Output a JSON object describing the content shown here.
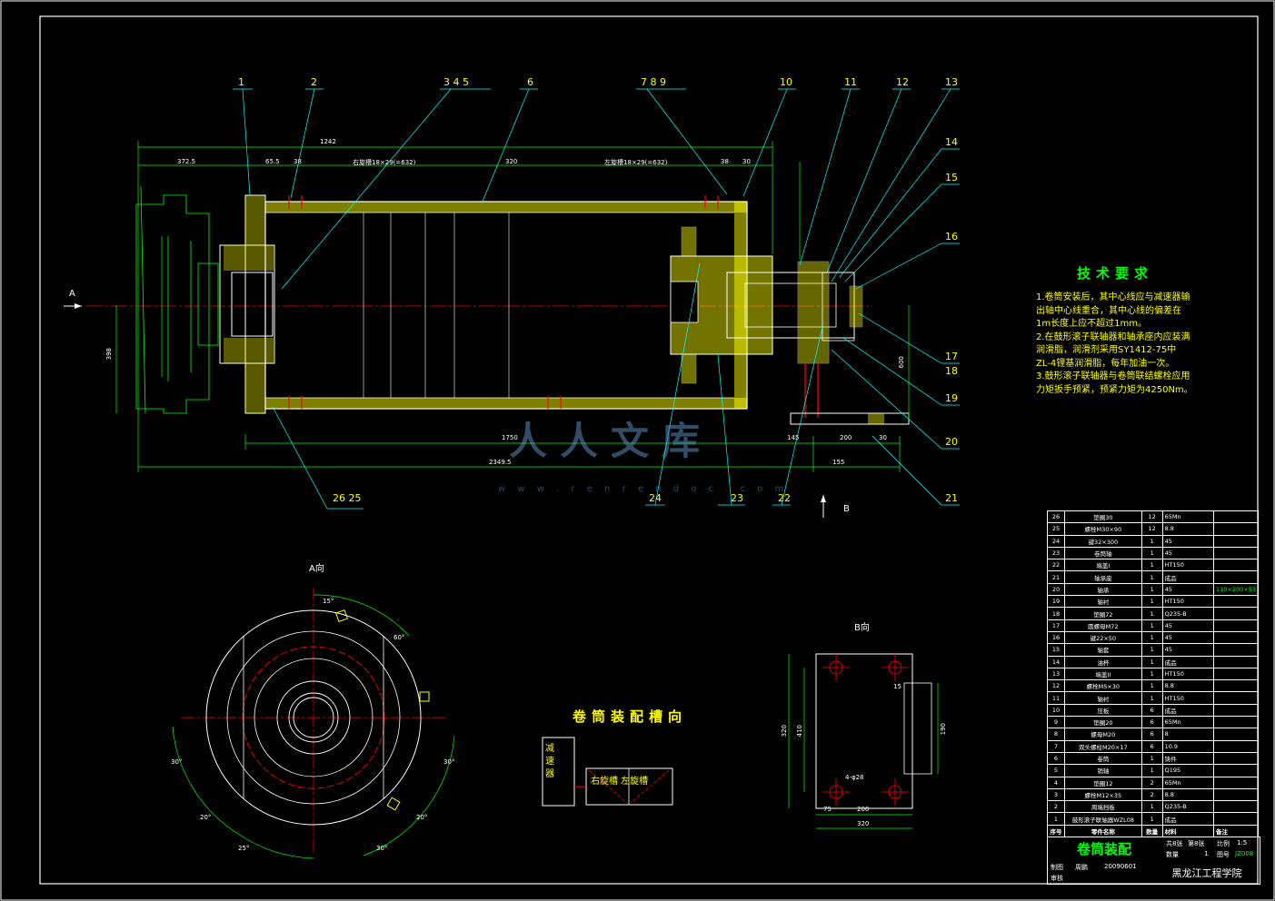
{
  "callouts": [
    "1",
    "2",
    "3  4  5",
    "6",
    "7  8  9",
    "10",
    "11",
    "12",
    "13",
    "14",
    "15",
    "16",
    "17",
    "18",
    "19",
    "20",
    "21",
    "22",
    "23",
    "24",
    "26 25"
  ],
  "view_labels": {
    "a_arrow": "A",
    "b_arrow": "B",
    "a_view": "A向",
    "b_view": "B向"
  },
  "dimensions": {
    "d1242": "1242",
    "d372": "372.5",
    "d65": "65.5",
    "d38": "38",
    "right_groove": "右旋槽18×29(=632)",
    "d320": "320",
    "left_groove": "左旋槽18×29(=632)",
    "d38b": "38",
    "d30": "30",
    "d1750": "1750",
    "d145": "145",
    "d200": "200",
    "d30b": "30",
    "d2349": "2349.5",
    "d155": "155",
    "d398": "398",
    "d600": "600",
    "b_320": "320",
    "b_410": "410",
    "b_200": "200",
    "b_320w": "320",
    "b_75": "75",
    "b_15": "15",
    "b_190": "190",
    "b_phi": "4-φ28",
    "ang15": "15°",
    "ang60": "60°",
    "ang30a": "30°",
    "ang30b": "30°",
    "ang20a": "20°",
    "ang20b": "20°",
    "ang25": "25°",
    "ang30c": "30°"
  },
  "tech_req": {
    "title": "技术要求",
    "lines": [
      "1.卷筒安装后，其中心线应与减速器输",
      "出轴中心线重合，其中心线的偏差在",
      "1m长度上应不超过1mm。",
      "2.在鼓形滚子联轴器和轴承座内应装满",
      "润滑脂，润滑剂采用SY1412-75中",
      "ZL-4锂基润滑脂，每年加油一次。",
      "3.鼓形滚子联轴器与卷筒联结螺栓应用",
      "力矩扳手预紧，预紧力矩为4250Nm。"
    ]
  },
  "groove": {
    "title": "卷筒装配槽向",
    "reducer": "减速器",
    "label": "右旋槽 左旋槽"
  },
  "bom": {
    "rows": [
      [
        "26",
        "垫圈30",
        "12",
        "65Mn",
        ""
      ],
      [
        "25",
        "螺栓M30×90",
        "12",
        "8.8",
        ""
      ],
      [
        "24",
        "键32×300",
        "1",
        "45",
        ""
      ],
      [
        "23",
        "卷筒轴",
        "1",
        "45",
        ""
      ],
      [
        "22",
        "端盖I",
        "1",
        "HT150",
        ""
      ],
      [
        "21",
        "轴承座",
        "1",
        "成品",
        ""
      ],
      [
        "20",
        "轴承",
        "1",
        "45",
        "110×200×53"
      ],
      [
        "19",
        "轴衬",
        "1",
        "HT150",
        ""
      ],
      [
        "18",
        "垫圈72",
        "1",
        "Q235-B",
        ""
      ],
      [
        "17",
        "圆螺母M72",
        "1",
        "45",
        ""
      ],
      [
        "16",
        "键22×50",
        "1",
        "45",
        ""
      ],
      [
        "15",
        "轴套",
        "1",
        "45",
        ""
      ],
      [
        "14",
        "油杯",
        "1",
        "成品",
        ""
      ],
      [
        "13",
        "端盖II",
        "1",
        "HT150",
        ""
      ],
      [
        "12",
        "螺栓M5×30",
        "1",
        "8.8",
        ""
      ],
      [
        "11",
        "轴衬",
        "1",
        "HT150",
        ""
      ],
      [
        "10",
        "压板",
        "6",
        "成品",
        ""
      ],
      [
        "9",
        "垫圈20",
        "6",
        "65Mn",
        ""
      ],
      [
        "8",
        "螺母M20",
        "6",
        "8",
        ""
      ],
      [
        "7",
        "双头螺柱M20×17",
        "6",
        "10.9",
        ""
      ],
      [
        "6",
        "卷筒",
        "1",
        "铸件",
        ""
      ],
      [
        "5",
        "销轴",
        "1",
        "Q195",
        ""
      ],
      [
        "4",
        "垫圈12",
        "2",
        "65Mn",
        ""
      ],
      [
        "3",
        "螺栓M12×35",
        "2",
        "8.8",
        ""
      ],
      [
        "2",
        "周端挡板",
        "1",
        "Q235-B",
        ""
      ],
      [
        "1",
        "鼓形滚子联轴器WZL08",
        "1",
        "成品",
        ""
      ]
    ],
    "header": [
      "序号",
      "零件名称",
      "数量",
      "材料",
      "备注"
    ]
  },
  "title_block": {
    "title": "卷筒装配",
    "school": "黑龙江工程学院",
    "sheets": "共8张",
    "sheet_no": "第8张",
    "scale_label": "比例",
    "scale": "1:5",
    "qty_label": "数量",
    "qty": "1",
    "dwg_label": "图号",
    "dwg": "JZ008",
    "drawn_label": "制图",
    "drawn": "周鹏",
    "date": "20090601",
    "check_label": "审核"
  },
  "watermark": {
    "text": "人人文库",
    "url": "w w w . r e n r e n d o c . c o m"
  },
  "colors": {
    "line": "#ffffff",
    "leader": "#00ffff",
    "center": "#ff0000",
    "hatch": "#ffff00",
    "dim": "#00ff00",
    "callout": "#ffff00"
  }
}
